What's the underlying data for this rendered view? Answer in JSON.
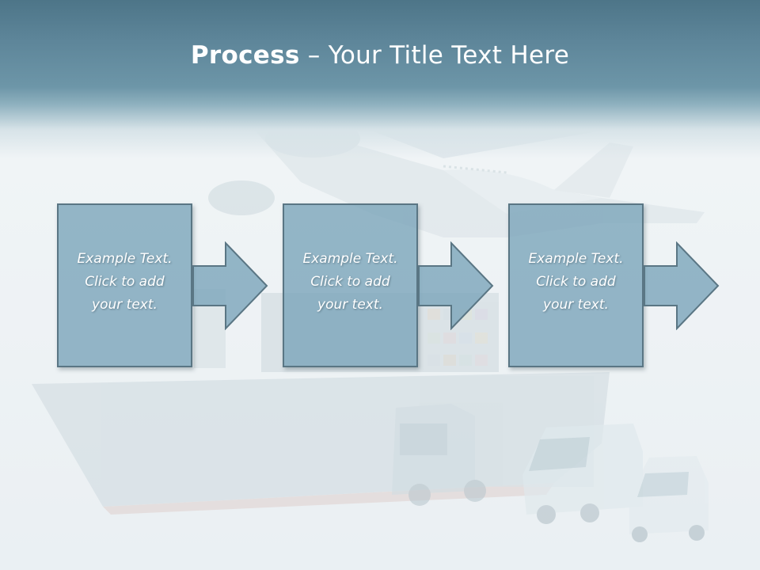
{
  "slide": {
    "title_bold": "Process",
    "title_rest": " – Your Title Text Here"
  },
  "steps": [
    {
      "text": "Example Text.\nClick  to add\nyour text."
    },
    {
      "text": "Example Text.\nClick  to add\nyour text."
    },
    {
      "text": "Example Text.\nClick  to add\nyour text."
    }
  ],
  "colors": {
    "title_band": "#5d8599",
    "box_fill": "#78a3b9",
    "box_border": "#5a7684",
    "text": "#ffffff"
  },
  "icons": [
    "airplane-illustration",
    "cargo-ship-illustration",
    "truck-illustration",
    "van-illustration",
    "car-illustration",
    "right-arrow-icon"
  ]
}
